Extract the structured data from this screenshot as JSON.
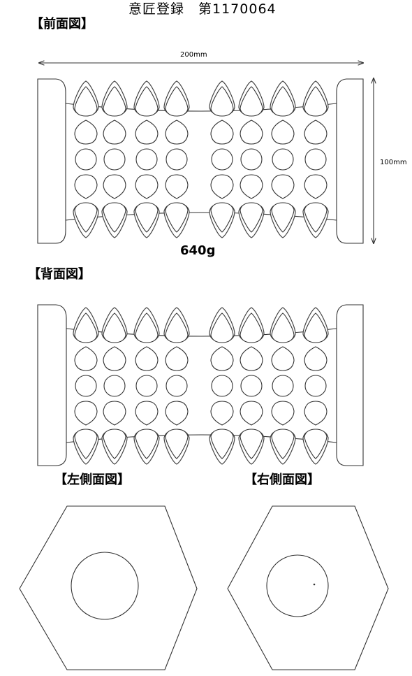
{
  "document": {
    "title": "意匠登録　第1170064"
  },
  "views": {
    "front": {
      "label": "【前面図】"
    },
    "back": {
      "label": "【背面図】"
    },
    "left_side": {
      "label": "【左側面図】"
    },
    "right_side": {
      "label": "【右側面図】"
    }
  },
  "dimensions": {
    "width": "200mm",
    "height": "100mm",
    "weight": "640g"
  }
}
